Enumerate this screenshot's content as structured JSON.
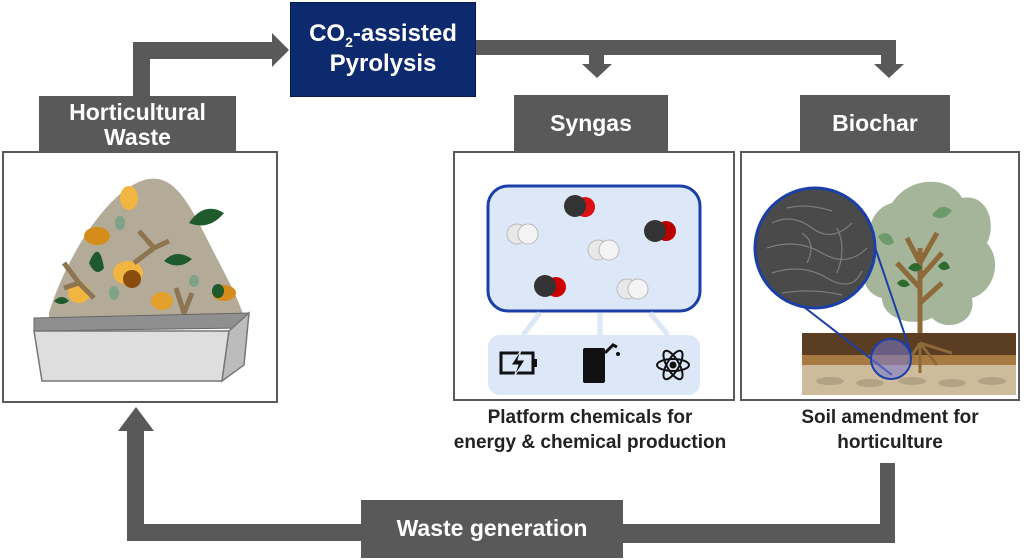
{
  "diagram": {
    "process": {
      "title_main": "CO",
      "title_sub": "2",
      "title_rest": "-assisted",
      "title_line2": "Pyrolysis",
      "color": "#0d2a6e"
    },
    "nodes": {
      "waste": {
        "line1": "Horticultural",
        "line2": "Waste"
      },
      "syngas": {
        "label": "Syngas"
      },
      "biochar": {
        "label": "Biochar"
      },
      "waste_generation": {
        "label": "Waste generation"
      }
    },
    "captions": {
      "syngas_line1": "Platform chemicals for",
      "syngas_line2": "energy & chemical production",
      "biochar_line1": "Soil amendment for",
      "biochar_line2": "horticulture"
    },
    "icons": {
      "syngas_molecules": [
        "CO",
        "H2",
        "CO",
        "H2",
        "CO",
        "H2"
      ],
      "products": [
        "battery-charging-icon",
        "fuel-can-icon",
        "atom-icon"
      ]
    },
    "colors": {
      "arrow": "#595959",
      "accent_blue": "#1b3fa8",
      "panel_light_blue": "#dce8f7"
    }
  }
}
